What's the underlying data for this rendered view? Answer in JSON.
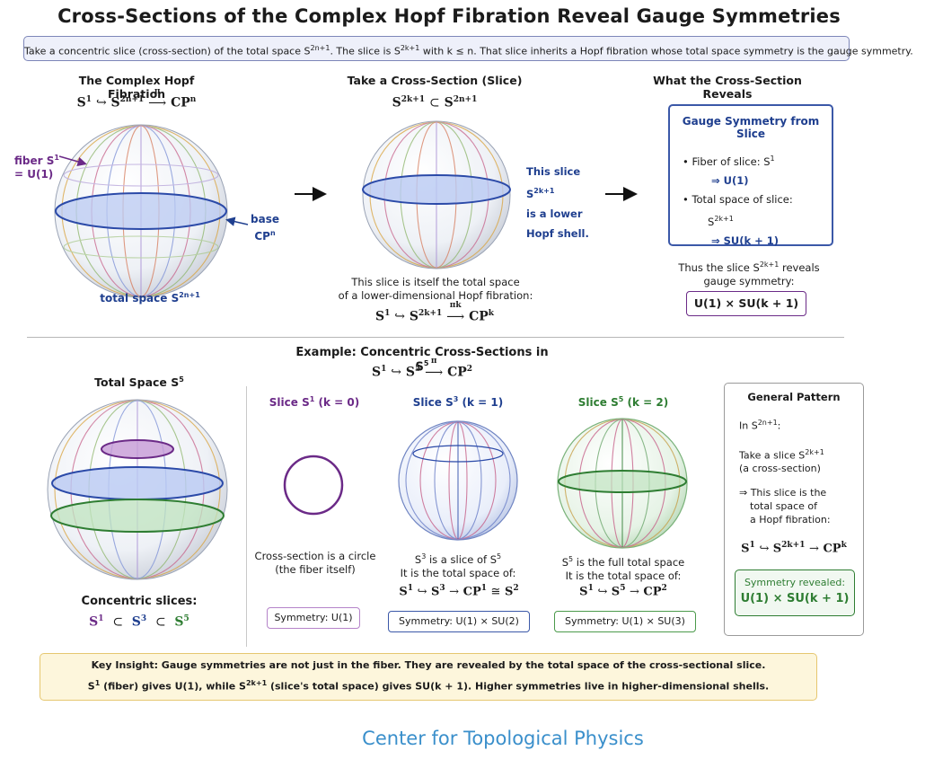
{
  "title": "Cross-Sections of the Complex Hopf Fibration Reveal Gauge Symmetries",
  "intro": {
    "a": "Take a concentric slice (cross-section) of the total space S",
    "a_sup": "2n+1",
    "b": ". The slice is S",
    "b_sup": "2k+1",
    "c": " with k ≤ n. That slice inherits a Hopf fibration whose total space symmetry is the gauge symmetry."
  },
  "panel1": {
    "heading": "The Complex Hopf Fibration",
    "formula": {
      "s1": "S",
      "s1_sup": "1",
      "hook": "↪",
      "s2": "S",
      "s2_sup": "2n+1",
      "pi": "π",
      "arrow": "⟶",
      "cp": "CP",
      "cp_sup": "n"
    },
    "fiber_label_1": "fiber S",
    "fiber_label_sup": "1",
    "fiber_label_2": "= U(1)",
    "base_label_1": "base",
    "base_label_2": "CP",
    "base_label_sup": "n",
    "total_label": "total space S",
    "total_label_sup": "2n+1"
  },
  "panel2": {
    "heading": "Take a Cross-Section (Slice)",
    "formula": {
      "a": "S",
      "a_sup": "2k+1",
      "subset": "⊂",
      "b": "S",
      "b_sup": "2n+1"
    },
    "side": {
      "l1": "This slice",
      "l2": "S",
      "l2_sup": "2k+1",
      "l3": "is a lower",
      "l4": "Hopf shell."
    },
    "desc1": "This slice is itself the total space",
    "desc2": "of a lower-dimensional Hopf fibration:",
    "formula2": {
      "s1": "S",
      "s1_sup": "1",
      "hook": "↪",
      "s2": "S",
      "s2_sup": "2k+1",
      "pi": "πk",
      "arrow": "⟶",
      "cp": "CP",
      "cp_sup": "k"
    }
  },
  "panel3": {
    "heading": "What the Cross-Section Reveals",
    "box_title": "Gauge Symmetry from Slice",
    "b1": "Fiber of slice:  S",
    "b1_sup": "1",
    "b1_res": "⇒ U(1)",
    "b2": "Total space of slice:",
    "b2_s": "S",
    "b2_sup": "2k+1",
    "b2_res": "⇒ SU(k + 1)",
    "thus1": "Thus the slice S",
    "thus_sup": "2k+1",
    "thus2": " reveals",
    "thus3": "gauge symmetry:",
    "result": "U(1) × SU(k + 1)"
  },
  "example": {
    "heading": "Example: Concentric Cross-Sections in S",
    "heading_sup": "5",
    "formula": {
      "s1": "S",
      "s1_sup": "1",
      "hook": "↪",
      "s2": "S",
      "s2_sup": "5",
      "pi": "π",
      "arrow": "⟶",
      "cp": "CP",
      "cp_sup": "2"
    },
    "total_heading": "Total Space S",
    "total_sup": "5",
    "concentric": "Concentric slices:",
    "slices_chain": {
      "a": "S",
      "a_sup": "1",
      "sub1": "⊂",
      "b": "S",
      "b_sup": "3",
      "sub2": "⊂",
      "c": "S",
      "c_sup": "5"
    },
    "col1": {
      "title": "Slice S",
      "title_sup": "1",
      "title_k": " (k = 0)",
      "d1": "Cross-section is a circle",
      "d2": "(the fiber itself)",
      "sym": "Symmetry: U(1)"
    },
    "col2": {
      "title": "Slice S",
      "title_sup": "3",
      "title_k": " (k = 1)",
      "d1a": "S",
      "d1_sup": "3",
      "d1b": " is a slice of S",
      "d1_sup2": "5",
      "d2": "It is the total space of:",
      "f": {
        "s1": "S",
        "s1_sup": "1",
        "hook": "↪",
        "s2": "S",
        "s2_sup": "3",
        "arrow": "→",
        "cp": "CP",
        "cp_sup": "1",
        "cong": "≅",
        "s3": "S",
        "s3_sup": "2"
      },
      "sym": "Symmetry: U(1) × SU(2)"
    },
    "col3": {
      "title": "Slice S",
      "title_sup": "5",
      "title_k": " (k = 2)",
      "d1a": "S",
      "d1_sup": "5",
      "d1b": " is the full total space",
      "d2": "It is the total space of:",
      "f": {
        "s1": "S",
        "s1_sup": "1",
        "hook": "↪",
        "s2": "S",
        "s2_sup": "5",
        "arrow": "→",
        "cp": "CP",
        "cp_sup": "2"
      },
      "sym": "Symmetry: U(1) × SU(3)"
    }
  },
  "pattern": {
    "heading": "General Pattern",
    "l1": "In S",
    "l1_sup": "2n+1",
    "l1_end": ":",
    "l2": "Take a slice S",
    "l2_sup": "2k+1",
    "l3": "(a cross-section)",
    "l4": "⇒ This slice is the",
    "l5": "total space of",
    "l6": "a Hopf fibration:",
    "f": {
      "s1": "S",
      "s1_sup": "1",
      "hook": "↪",
      "s2": "S",
      "s2_sup": "2k+1",
      "arrow": "→",
      "cp": "CP",
      "cp_sup": "k"
    },
    "box_title": "Symmetry revealed:",
    "box_value": "U(1) × SU(k + 1)"
  },
  "insight": {
    "l1": "Key Insight: Gauge symmetries are not just in the fiber. They are revealed by the total space of the cross-sectional slice.",
    "l2a": "S",
    "l2_sup1": "1",
    "l2b": " (fiber) gives U(1), while S",
    "l2_sup2": "2k+1",
    "l2c": " (slice's total space) gives SU(k + 1). Higher symmetries live in higher-dimensional shells."
  },
  "footer": "Center for Topological Physics",
  "colors": {
    "blue": "#1f3f8f",
    "purple": "#6b2a87",
    "green": "#2e7d32",
    "insight_bg": "#fdf6dc",
    "insight_border": "#e6c770"
  }
}
